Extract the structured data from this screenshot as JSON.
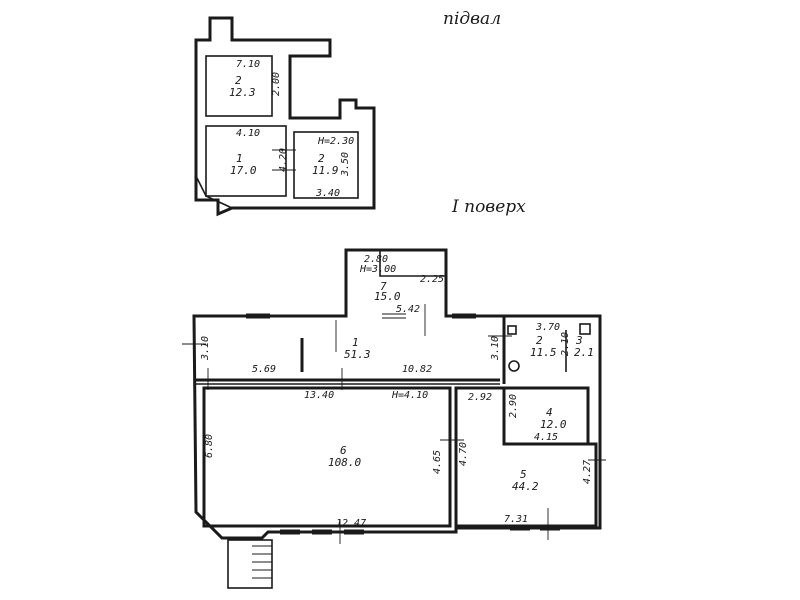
{
  "headings": {
    "basement": "підвал",
    "first_floor": "I поверх"
  },
  "basement": {
    "rooms": [
      {
        "num": "2",
        "area": "12.3"
      },
      {
        "num": "1",
        "area": "17.0"
      },
      {
        "num": "2",
        "area": "11.9"
      }
    ],
    "dims": [
      "7.10",
      "2.00",
      "4.10",
      "4.20",
      "H=2.30",
      "3.40",
      "3.50"
    ]
  },
  "first_floor": {
    "rooms": [
      {
        "num": "7",
        "area": "15.0"
      },
      {
        "num": "1",
        "area": "51.3"
      },
      {
        "num": "2",
        "area": "11.5"
      },
      {
        "num": "3",
        "area": "2.1"
      },
      {
        "num": "4",
        "area": "12.0"
      },
      {
        "num": "5",
        "area": "44.2"
      },
      {
        "num": "6",
        "area": "108.0"
      }
    ],
    "dims": {
      "d_280": "2.80",
      "h_300": "H=3.00",
      "d_225": "2.25",
      "d_542": "5.42",
      "d_310_left": "3.10",
      "d_310_mid": "3.10",
      "d_370": "3.70",
      "d_210": "2.10",
      "d_569": "5.69",
      "d_1082": "10.82",
      "d_1340": "13.40",
      "h_410": "H=4.10",
      "d_292": "2.92",
      "d_290": "2.90",
      "d_415": "4.15",
      "d_680": "6.80",
      "d_465": "4.65",
      "d_470": "4.70",
      "d_427": "4.27",
      "d_1247": "12.47",
      "d_731": "7.31"
    }
  },
  "colors": {
    "ink": "#1a1a1a",
    "paper": "#ffffff"
  }
}
